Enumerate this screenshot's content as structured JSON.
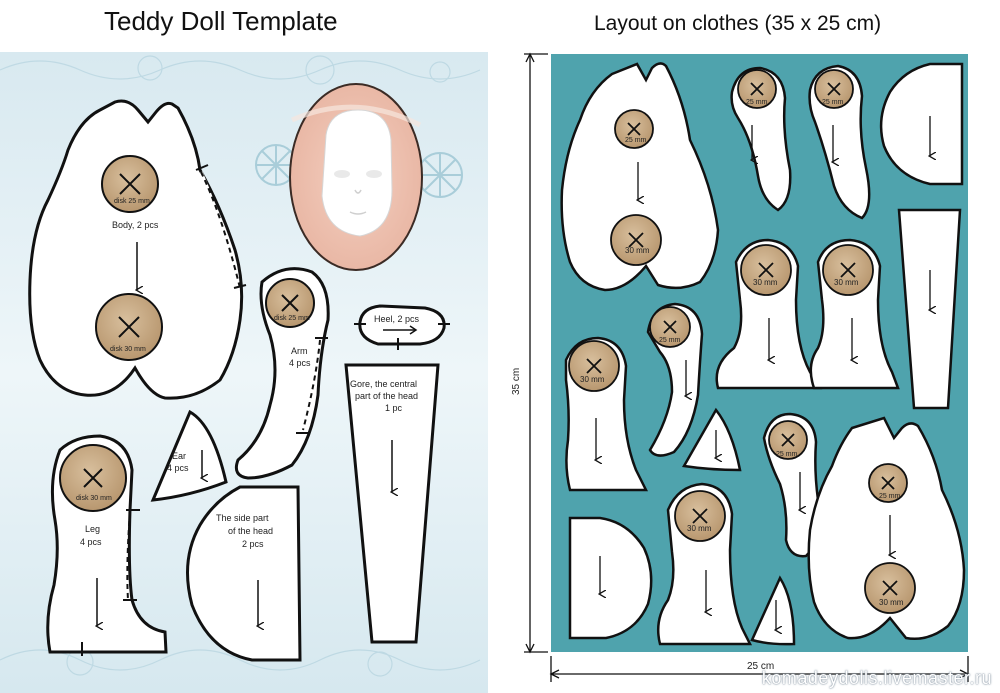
{
  "left_panel": {
    "title": "Teddy Doll Template",
    "pieces": {
      "body": {
        "label": "Body, 2 pcs",
        "disk_top": "disk 25 mm",
        "disk_bottom": "disk 30 mm"
      },
      "arm": {
        "label_1": "Arm",
        "label_2": "4 pcs",
        "disk": "disk 25 mm"
      },
      "heel": {
        "label": "Heel, 2 pcs"
      },
      "gore": {
        "label_1": "Gore, the central",
        "label_2": "part of the head",
        "label_3": "1 pc"
      },
      "ear": {
        "label_1": "Ear",
        "label_2": "4 pcs"
      },
      "leg": {
        "label_1": "Leg",
        "label_2": "4 pcs",
        "disk": "disk 30 mm"
      },
      "side_head": {
        "label_1": "The side part",
        "label_2": "of the head",
        "label_3": "2 pcs"
      }
    }
  },
  "right_panel": {
    "title": "Layout on clothes (35 x 25 cm)",
    "height_label": "35 cm",
    "width_label": "25 cm",
    "disk_labels": {
      "d25": "25 mm",
      "d30": "30 mm"
    }
  },
  "watermark": "komadeydolls.livemaster.ru",
  "colors": {
    "fabric": "#4fa3ad",
    "left_bg": "#e2eef3",
    "piece_fill": "#ffffff",
    "disk_fill": "#c9ac88",
    "outline": "#111111"
  }
}
